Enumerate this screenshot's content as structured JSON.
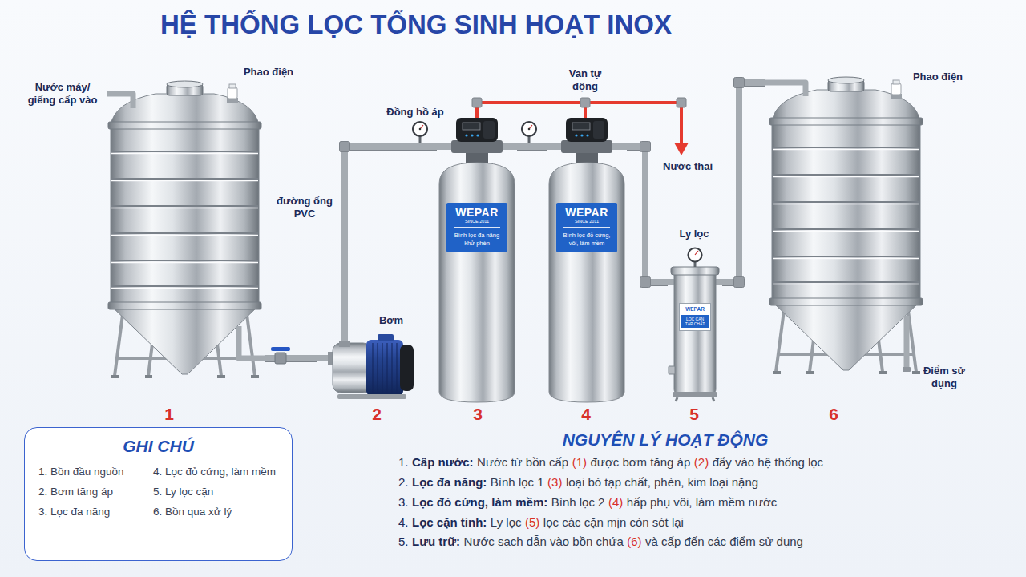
{
  "diagram": {
    "title": "HỆ THỐNG LỌC TỔNG SINH HOẠT INOX",
    "nodes": [
      {
        "text": [
          "1"
        ]
      },
      {
        "text": [
          "2"
        ]
      },
      {
        "text": [
          "3"
        ]
      },
      {
        "text": [
          "WEPAR",
          "SINCE 2011",
          "Bình lọc đa năng khử phèn"
        ],
        "in": 2
      },
      {
        "text": [
          "4"
        ]
      },
      {
        "text": [
          "WEPAR",
          "SINCE 2011",
          "Bình lọc đỏ cứng, vôi, làm mềm"
        ],
        "in": 4
      },
      {
        "text": [
          "5"
        ]
      },
      {
        "text": [
          "WEPAR",
          "LỌC CẶN TẠP CHẤT"
        ],
        "in": 6
      },
      {
        "text": [
          "6"
        ]
      },
      {
        "text": [
          "GHI CHÚ",
          "1. Bồn đầu nguồn",
          "2. Bơm tăng áp",
          "3. Lọc đa năng",
          "4. Lọc đỏ cứng, làm mềm",
          "5. Ly lọc cặn",
          "6. Bồn qua xử lý"
        ]
      }
    ],
    "edges": [
      {
        "from": 0,
        "to": 1,
        "arrow": "none"
      },
      {
        "from": 1,
        "to": 2,
        "arrow": "none"
      },
      {
        "from": 2,
        "to": 4,
        "arrow": "none"
      },
      {
        "from": 4,
        "to": 6,
        "arrow": "none"
      },
      {
        "from": 6,
        "to": 8,
        "arrow": "none"
      }
    ],
    "labels": [
      "Nước máy/ giếng cấp vào",
      "Phao điện",
      "Van tự động",
      "Đồng hồ áp",
      "Nước thải",
      "đường ống PVC",
      "Ly lọc",
      "Bơm",
      "Phao điện",
      "Điểm sử dụng",
      "NGUYÊN LÝ HOẠT ĐỘNG",
      "1.",
      "Cấp nước:",
      "Nước từ bồn cấp",
      "(1)",
      "được bơm tăng áp",
      "(2)",
      "đẩy vào hệ thống lọc",
      "2.",
      "Lọc đa năng:",
      "Bình lọc 1",
      "(3)",
      "loại bỏ tạp chất, phèn, kim loại nặng",
      "3.",
      "Lọc đỏ cứng, làm mềm:",
      "Bình lọc 2",
      "(4)",
      "hấp phụ vôi, làm mềm nước",
      "4.",
      "Lọc cặn tinh:",
      "Ly lọc",
      "(5)",
      "lọc các cặn mịn còn sót lại",
      "5.",
      "Lưu trữ:",
      "Nước sạch dẫn vào bồn chứa",
      "(6)",
      "và cấp đến các điểm sử dụng"
    ]
  }
}
